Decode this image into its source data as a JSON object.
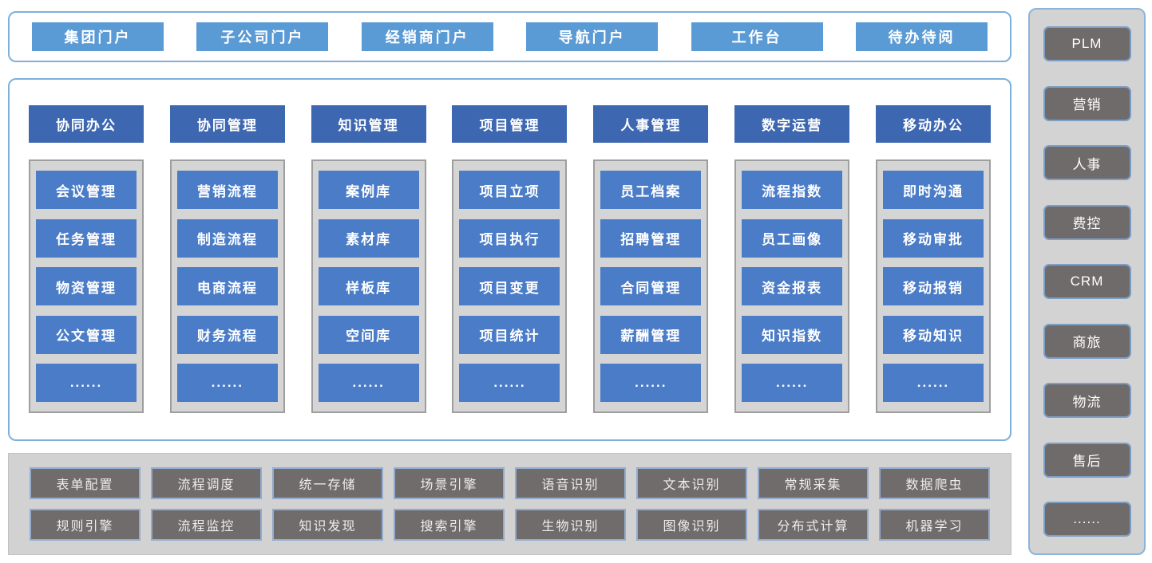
{
  "top_nav": {
    "items": [
      "集团门户",
      "子公司门户",
      "经销商门户",
      "导航门户",
      "工作台",
      "待办待阅"
    ]
  },
  "modules": [
    {
      "title": "协同办公",
      "items": [
        "会议管理",
        "任务管理",
        "物资管理",
        "公文管理",
        "......"
      ]
    },
    {
      "title": "协同管理",
      "items": [
        "营销流程",
        "制造流程",
        "电商流程",
        "财务流程",
        "......"
      ]
    },
    {
      "title": "知识管理",
      "items": [
        "案例库",
        "素材库",
        "样板库",
        "空间库",
        "......"
      ]
    },
    {
      "title": "项目管理",
      "items": [
        "项目立项",
        "项目执行",
        "项目变更",
        "项目统计",
        "......"
      ]
    },
    {
      "title": "人事管理",
      "items": [
        "员工档案",
        "招聘管理",
        "合同管理",
        "薪酬管理",
        "......"
      ]
    },
    {
      "title": "数字运营",
      "items": [
        "流程指数",
        "员工画像",
        "资金报表",
        "知识指数",
        "......"
      ]
    },
    {
      "title": "移动办公",
      "items": [
        "即时沟通",
        "移动审批",
        "移动报销",
        "移动知识",
        "......"
      ]
    }
  ],
  "platform": {
    "rows": [
      [
        "表单配置",
        "流程调度",
        "统一存储",
        "场景引擎",
        "语音识别",
        "文本识别",
        "常规采集",
        "数据爬虫"
      ],
      [
        "规则引擎",
        "流程监控",
        "知识发现",
        "搜索引擎",
        "生物识别",
        "图像识别",
        "分布式计算",
        "机器学习"
      ]
    ]
  },
  "sidebar": {
    "items": [
      "PLM",
      "营销",
      "人事",
      "费控",
      "CRM",
      "商旅",
      "物流",
      "售后",
      "......"
    ]
  },
  "colors": {
    "portal_button_blue": "#5B9BD5",
    "module_header_blue": "#3E67B1",
    "module_item_blue": "#4A7CC7",
    "panel_border_blue": "#7EB0DC",
    "group_gray_fill": "#D5D5D5",
    "group_gray_border": "#9E9E9E",
    "dark_button_gray": "#716C6C",
    "dark_button_border_blue": "#92ABCF",
    "sidebar_fill": "#D4D3D3",
    "sidebar_border_blue": "#8DB4D8"
  }
}
